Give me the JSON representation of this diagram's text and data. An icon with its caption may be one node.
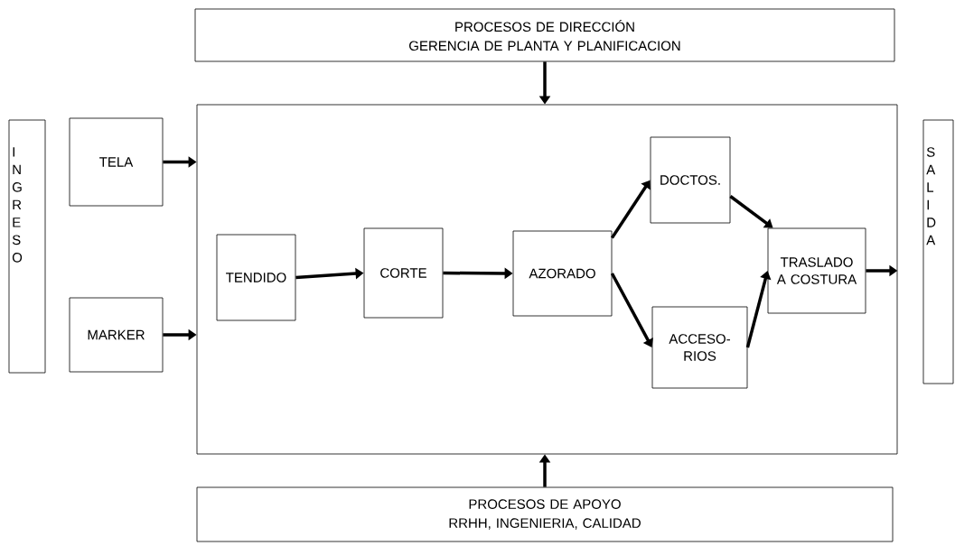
{
  "diagram": {
    "nodes": [
      {
        "text": [
          "PROCESOS DE DIRECCIÓN",
          "GERENCIA DE PLANTA Y PLANIFICACION"
        ]
      },
      {
        "text": [
          "INGRESO"
        ]
      },
      {
        "text": [
          "TELA"
        ]
      },
      {
        "text": [
          "MARKER"
        ]
      },
      {
        "text": [],
        "shape": "box"
      },
      {
        "text": [
          "TENDIDO"
        ],
        "in": 4
      },
      {
        "text": [
          "CORTE"
        ],
        "in": 4
      },
      {
        "text": [
          "AZORADO"
        ],
        "in": 4
      },
      {
        "text": [
          "DOCTOS."
        ],
        "in": 4
      },
      {
        "text": [
          "ACCESO-RIOS"
        ],
        "in": 4
      },
      {
        "text": [
          "TRASLADO A COSTURA"
        ],
        "in": 4
      },
      {
        "text": [
          "SALIDA"
        ]
      },
      {
        "text": [
          "PROCESOS DE APOYO",
          "RRHH, INGENIERIA, CALIDAD"
        ]
      }
    ],
    "edges": [
      {
        "from": 0,
        "to": 4,
        "arrow": "to"
      },
      {
        "from": 2,
        "to": 4,
        "arrow": "to"
      },
      {
        "from": 3,
        "to": 4,
        "arrow": "to"
      },
      {
        "from": 5,
        "to": 6,
        "arrow": "to"
      },
      {
        "from": 6,
        "to": 7,
        "arrow": "to"
      },
      {
        "from": 7,
        "to": 8,
        "arrow": "to"
      },
      {
        "from": 7,
        "to": 9,
        "arrow": "to"
      },
      {
        "from": 8,
        "to": 10,
        "arrow": "to"
      },
      {
        "from": 9,
        "to": 10,
        "arrow": "to"
      },
      {
        "from": 10,
        "to": 4,
        "arrow": "to"
      },
      {
        "from": 12,
        "to": 4,
        "arrow": "to"
      }
    ]
  }
}
